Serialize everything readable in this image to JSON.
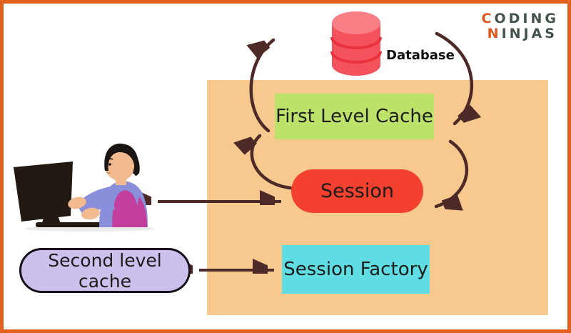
{
  "brand": {
    "line1": "CODING",
    "line2": "NINJAS",
    "accent_color": "#E0561F",
    "text_color": "#44544B"
  },
  "diagram": {
    "database_label": "Database",
    "nodes": [
      {
        "id": "first-level-cache",
        "label": "First Level Cache",
        "color": "#BCE26A"
      },
      {
        "id": "session",
        "label": "Session",
        "color": "#F4402F"
      },
      {
        "id": "session-factory",
        "label": "Session Factory",
        "color": "#5FDDE3"
      },
      {
        "id": "second-level-cache",
        "label": "Second level cache",
        "color": "#CEC0ED"
      }
    ],
    "panel_color": "#F7C98E",
    "arrow_color": "#4D2A28",
    "border_color": "#E2611E",
    "database_color": "#F4525C",
    "arrows": [
      "person <-> session",
      "second-level-cache <-> session-factory",
      "session -> first-level-cache",
      "first-level-cache -> database",
      "database -> first-level-cache",
      "first-level-cache -> session"
    ]
  }
}
